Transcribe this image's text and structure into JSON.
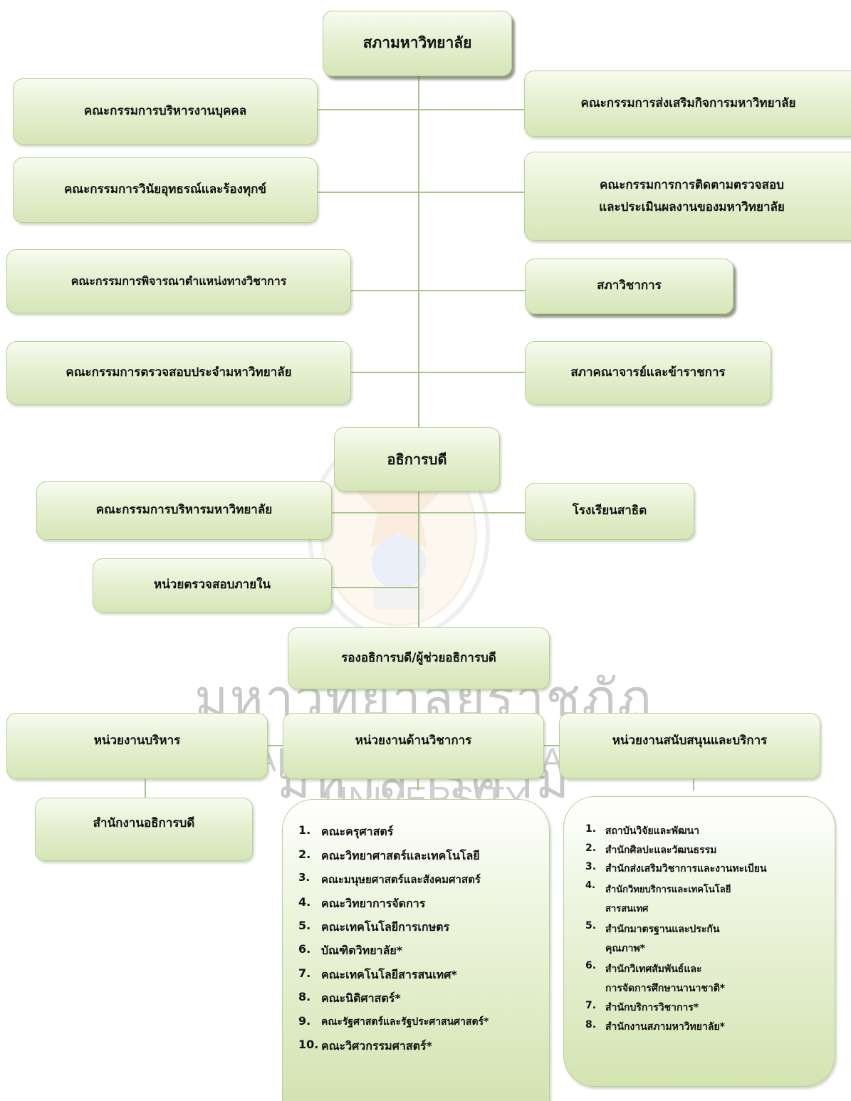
{
  "council": "สภามหาวิทยาลัย",
  "left_committees": [
    "คณะกรรมการบริหารงานบุคคล",
    "คณะกรรมการวินัยอุทธรณ์และร้องทุกข์",
    "คณะกรรมการพิจารณาตำแหน่งทางวิชาการ",
    "คณะกรรมการตรวจสอบประจำมหาวิทยาลัย"
  ],
  "right_committees": {
    "promotion": "คณะกรรมการส่งเสริมกิจการมหาวิทยาลัย",
    "monitoring_line1": "คณะกรรมการการติดตามตรวจสอบ",
    "monitoring_line2": "และประเมินผลงานของมหาวิทยาลัย",
    "academic_council": "สภาวิชาการ",
    "faculty_senate": "สภาคณาจารย์และข้าราชการ"
  },
  "president": "อธิการบดี",
  "admin_committee": "คณะกรรมการบริหารมหาวิทยาลัย",
  "demo_school": "โรงเรียนสาธิต",
  "internal_audit": "หน่วยตรวจสอบภายใน",
  "vice_presidents": "รองอธิการบดี/ผู้ช่วยอธิการบดี",
  "admin_units": "หน่วยงานบริหาร",
  "academic_units": "หน่วยงานด้านวิชาการ",
  "support_units": "หน่วยงานสนับสนุนและบริการ",
  "president_office": "สำนักงานอธิการบดี",
  "faculties": [
    {
      "num": "1.",
      "name": "คณะครุศาสตร์"
    },
    {
      "num": "2.",
      "name": "คณะวิทยาศาสตร์และเทคโนโลยี"
    },
    {
      "num": "3.",
      "name": "คณะมนุษยศาสตร์และสังคมศาสตร์"
    },
    {
      "num": "4.",
      "name": "คณะวิทยาการจัดการ"
    },
    {
      "num": "5.",
      "name": "คณะเทคโนโลยีการเกษตร"
    },
    {
      "num": "6.",
      "name": "บัณฑิตวิทยาลัย*"
    },
    {
      "num": "7.",
      "name": "คณะเทคโนโลยีสารสนเทศ*"
    },
    {
      "num": "8.",
      "name": "คณะนิติศาสตร์*"
    },
    {
      "num": "9.",
      "name": "คณะรัฐศาสตร์และรัฐประศาสนศาสตร์*"
    },
    {
      "num": "10.",
      "name": "คณะวิศวกรรมศาสตร์*"
    }
  ],
  "support_offices": [
    {
      "num": "1.",
      "line1": "สถาบันวิจัยและพัฒนา",
      "line2": ""
    },
    {
      "num": "2.",
      "line1": "สำนักศิลปะและวัฒนธรรม",
      "line2": ""
    },
    {
      "num": "3.",
      "line1": "สำนักส่งเสริมวิชาการและงานทะเบียน",
      "line2": ""
    },
    {
      "num": "4.",
      "line1": "สำนักวิทยบริการและเทคโนโลยี",
      "line2": "สารสนเทศ"
    },
    {
      "num": "5.",
      "line1": "สำนักมาตรฐานและประกัน",
      "line2": "คุณภาพ*"
    },
    {
      "num": "6.",
      "line1": "สำนักวิเทศสัมพันธ์และ",
      "line2": "การจัดการศึกษานานาชาติ*"
    },
    {
      "num": "7.",
      "line1": "สำนักบริการวิชาการ*",
      "line2": ""
    },
    {
      "num": "8.",
      "line1": "สำนักงานสภามหาวิทยาลัย*",
      "line2": ""
    }
  ],
  "watermark": {
    "thai": "มหาวิทยาลัยราชภัฏมหาสารคาม",
    "english": "RAJABHAT MAHASARAKHAM UNIVERSITY"
  },
  "colors": {
    "box_light": "#f8fbef",
    "box_dark": "#d5e6b7",
    "border": "#b8cf9a",
    "connector": "#a9c28a"
  }
}
